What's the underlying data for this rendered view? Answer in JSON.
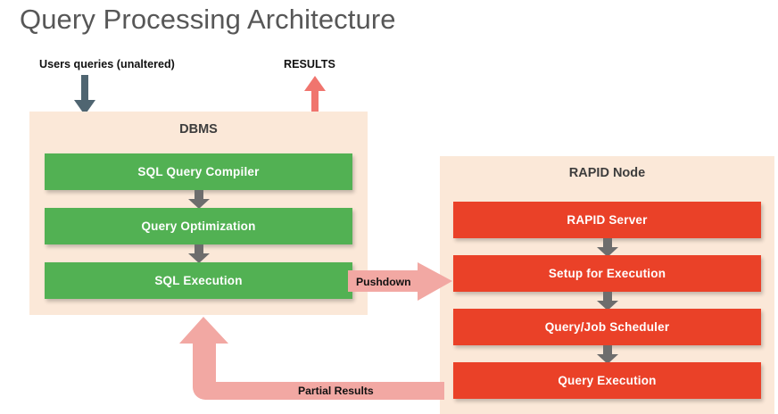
{
  "page": {
    "title": "Query Processing Architecture"
  },
  "colors": {
    "panel_bg": "#fbe8d8",
    "green_box": "#52b153",
    "red_box": "#ea4128",
    "gray_arrow": "#6d6d6d",
    "input_arrow": "#4f6571",
    "results_arrow": "#f0756e",
    "flow_arrow_pink": "#f2a8a3",
    "title_text": "#575757"
  },
  "flows": {
    "input": {
      "label": "Users queries (unaltered)",
      "icon": "arrow-down-icon",
      "color": "#4f6571"
    },
    "output": {
      "label": "RESULTS",
      "icon": "arrow-up-icon",
      "color": "#f0756e"
    },
    "pushdown": {
      "label": "Pushdown",
      "icon": "arrow-right-icon",
      "color": "#f2a8a3"
    },
    "partial_results": {
      "label": "Partial Results",
      "icon": "elbow-arrow-up-left-icon",
      "color": "#f2a8a3"
    }
  },
  "dbms_panel": {
    "title": "DBMS",
    "boxes": [
      {
        "label": "SQL Query Compiler"
      },
      {
        "label": "Query Optimization"
      },
      {
        "label": "SQL Execution"
      }
    ],
    "connectors": [
      {
        "icon": "arrow-down-connector-icon"
      },
      {
        "icon": "arrow-down-connector-icon"
      }
    ]
  },
  "rapid_panel": {
    "title": "RAPID Node",
    "boxes": [
      {
        "label": "RAPID Server"
      },
      {
        "label": "Setup for Execution"
      },
      {
        "label": "Query/Job Scheduler"
      },
      {
        "label": "Query Execution"
      }
    ],
    "connectors": [
      {
        "icon": "arrow-down-connector-icon"
      },
      {
        "icon": "arrow-down-connector-icon"
      },
      {
        "icon": "arrow-down-connector-icon"
      }
    ]
  }
}
